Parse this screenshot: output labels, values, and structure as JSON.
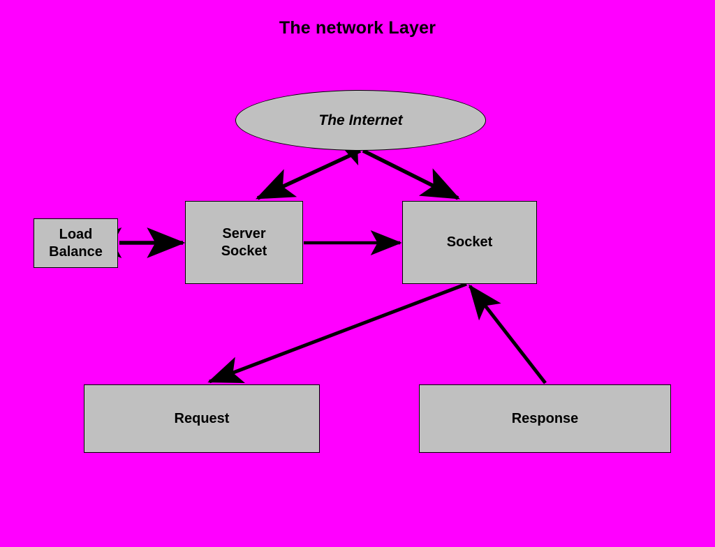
{
  "diagram": {
    "title": "The network Layer",
    "background_color": "#FF00FF",
    "node_fill_color": "#C0C0C0",
    "stroke_color": "#000000",
    "type": "flowchart",
    "nodes": [
      {
        "id": "internet",
        "label": "The Internet",
        "shape": "ellipse",
        "style": "bold-italic"
      },
      {
        "id": "load-balance",
        "label": "Load\nBalance",
        "shape": "rectangle",
        "style": "bold"
      },
      {
        "id": "server-socket",
        "label": "Server\nSocket",
        "shape": "rectangle",
        "style": "bold"
      },
      {
        "id": "socket",
        "label": "Socket",
        "shape": "rectangle",
        "style": "bold"
      },
      {
        "id": "request",
        "label": "Request",
        "shape": "rectangle",
        "style": "bold"
      },
      {
        "id": "response",
        "label": "Response",
        "shape": "rectangle",
        "style": "bold"
      }
    ],
    "edges": [
      {
        "id": "e1",
        "from": "internet",
        "to": "server-socket",
        "direction": "one-way"
      },
      {
        "id": "e2",
        "from": "socket",
        "to": "internet",
        "direction": "bidirectional"
      },
      {
        "id": "e3",
        "from": "load-balance",
        "to": "server-socket",
        "direction": "bidirectional"
      },
      {
        "id": "e4",
        "from": "server-socket",
        "to": "socket",
        "direction": "one-way"
      },
      {
        "id": "e5",
        "from": "socket",
        "to": "request",
        "direction": "one-way"
      },
      {
        "id": "e6",
        "from": "response",
        "to": "socket",
        "direction": "one-way"
      }
    ]
  }
}
